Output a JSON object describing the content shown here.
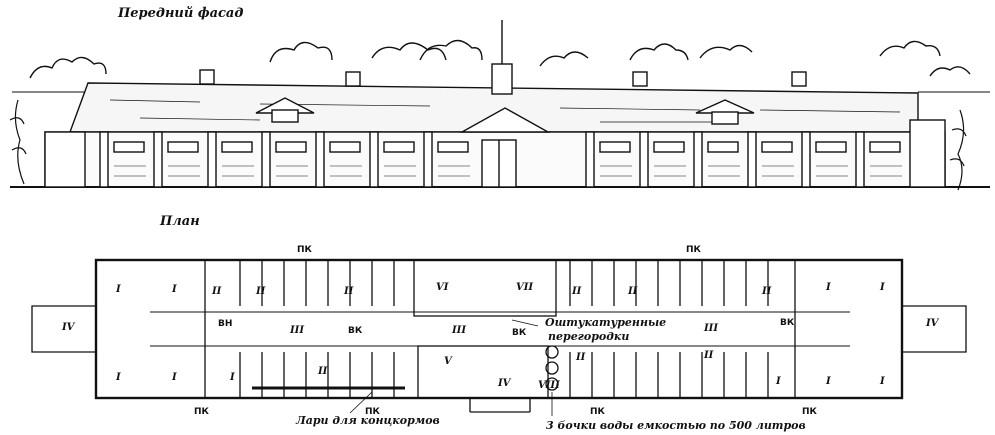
{
  "captions": {
    "front_facade": "Передний фасад",
    "plan": "План",
    "plastered_partitions_line1": "Оштукатуренные",
    "plastered_partitions_line2": "перегородки",
    "feed_bins": "Лари для концкормов",
    "water_barrels": "3 бочки воды емкостью по 500 литров"
  },
  "plan_codes": {
    "fire_tap": "ПК",
    "ventilation": "ВК",
    "vent_alt": "ВН",
    "vent_center": "ВК"
  },
  "room_numerals": {
    "I": "I",
    "II": "II",
    "III": "III",
    "IV": "IV",
    "V": "V",
    "VI": "VI",
    "VII": "VII",
    "VIII": "VIII"
  }
}
